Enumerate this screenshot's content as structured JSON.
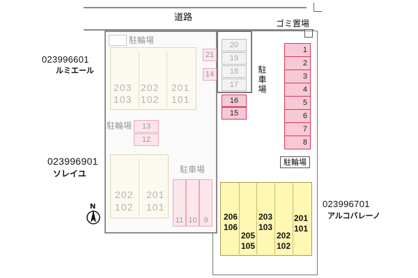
{
  "road": {
    "label": "道路"
  },
  "trash": {
    "label": "ゴミ置場"
  },
  "bike_parking": {
    "label": "駐輪場"
  },
  "car_parking": {
    "label": "駐車場"
  },
  "buildings": [
    {
      "code": "023996601",
      "name": "ルミエール",
      "units": [
        "203",
        "202",
        "201",
        "103",
        "102",
        "101"
      ]
    },
    {
      "code": "023996901",
      "name": "ソレイユ",
      "units": [
        "202",
        "201",
        "102",
        "101"
      ]
    },
    {
      "code": "023996701",
      "name": "アルコバレーノ",
      "units": [
        "206",
        "106",
        "205",
        "105",
        "203",
        "103",
        "202",
        "102",
        "201",
        "101"
      ]
    }
  ],
  "parking_right": [
    "1",
    "2",
    "3",
    "4",
    "5",
    "6",
    "7",
    "8"
  ],
  "parking_highlight": [
    "20",
    "19",
    "18",
    "17"
  ],
  "parking_active": [
    "16",
    "15"
  ],
  "parking_dim": [
    "21",
    "14",
    "13",
    "12"
  ],
  "parking_bottom": [
    "11",
    "10",
    "9"
  ],
  "north": {
    "label": "N"
  },
  "colors": {
    "accent_red": "#d9365a",
    "building_yellow": "#fff7b3",
    "dim_frame": "#8c8c8c"
  }
}
